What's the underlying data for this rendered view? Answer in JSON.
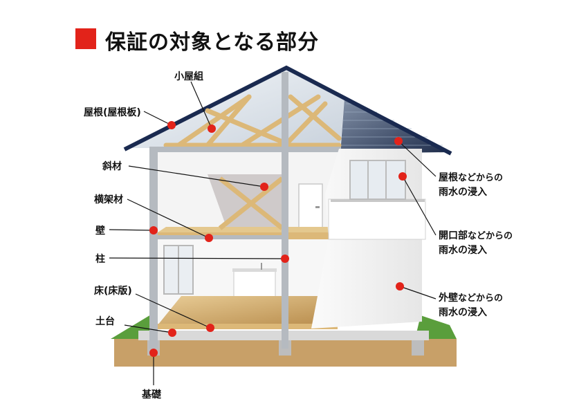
{
  "title": {
    "text": "保証の対象となる部分",
    "marker_color": "#e2231a"
  },
  "labels": {
    "koyagumi": "小屋組",
    "yane": "屋根(屋根板)",
    "shazai": "斜材",
    "oukazai": "横架材",
    "kabe": "壁",
    "hashira": "柱",
    "yuka": "床(床版)",
    "dodai": "土台",
    "kiso": "基礎"
  },
  "callouts": {
    "roof_leak": {
      "part": "屋根",
      "rest": "などからの",
      "line2": "雨水の浸入"
    },
    "opening_leak": {
      "part": "開口部",
      "rest": "などからの",
      "line2": "雨水の浸入"
    },
    "wall_leak": {
      "part": "外壁",
      "rest": "などからの",
      "line2": "雨水の浸入"
    }
  },
  "colors": {
    "dot": "#e2231a",
    "roof_edge": "#1a2a50",
    "timber": "#dcb878",
    "ground": "#c8a068",
    "grass": "#5a9e3c"
  }
}
